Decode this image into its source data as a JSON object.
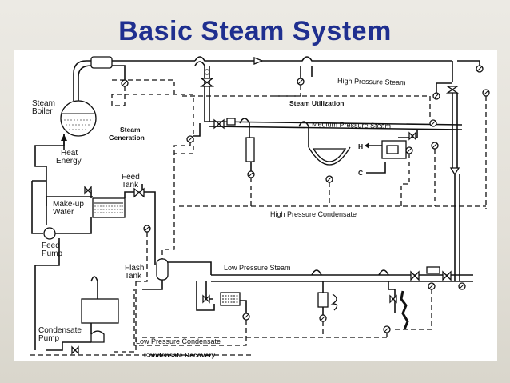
{
  "title": "Basic Steam System",
  "labels": {
    "steam_boiler": [
      "Steam",
      "Boiler"
    ],
    "heat_energy": [
      "Heat",
      "Energy"
    ],
    "steam_generation": [
      "Steam",
      "Generation"
    ],
    "steam_utilization": "Steam Utilization",
    "high_pressure_steam": "High Pressure Steam",
    "medium_pressure_steam": "Medium Pressure Steam",
    "h": "H",
    "c": "C",
    "feed_tank": [
      "Feed",
      "Tank"
    ],
    "make_up_water": [
      "Make-up",
      "Water"
    ],
    "feed_pump": [
      "Feed",
      "Pump"
    ],
    "high_pressure_condensate": "High Pressure Condensate",
    "flash_tank": [
      "Flash",
      "Tank"
    ],
    "low_pressure_steam": "Low Pressure Steam",
    "condensate_pump": [
      "Condensate",
      "Pump"
    ],
    "low_pressure_condensate": "Low Pressure Condensate",
    "condensate_recovery": "Condensate Recovery"
  },
  "colors": {
    "title": "#1f2f8f",
    "background": "#e9e6df",
    "panel": "#ffffff",
    "line": "#111111"
  }
}
